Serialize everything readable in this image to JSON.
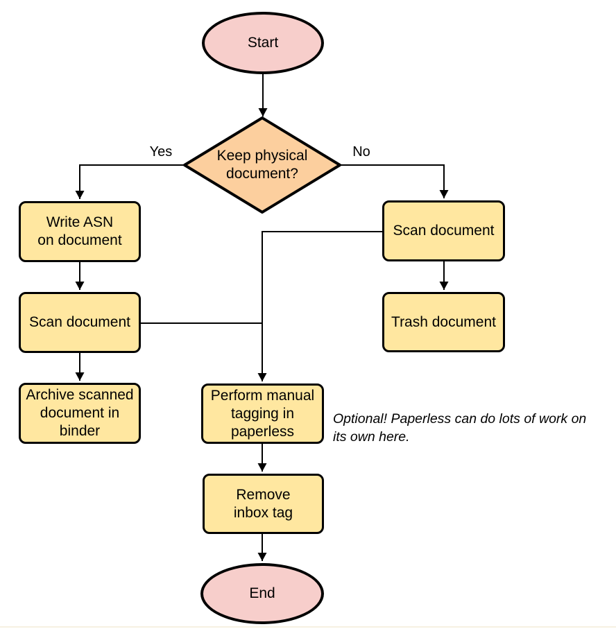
{
  "diagram": {
    "type": "flowchart",
    "nodes": {
      "start": {
        "label": "Start",
        "shape": "terminator",
        "fill": "#f7cecb"
      },
      "decision": {
        "label": "Keep physical\ndocument?",
        "shape": "decision",
        "fill": "#fccf9e"
      },
      "write_asn": {
        "label": "Write ASN\non document",
        "shape": "process",
        "fill": "#ffe7a0"
      },
      "scan_left": {
        "label": "Scan document",
        "shape": "process",
        "fill": "#ffe7a0"
      },
      "archive": {
        "label": "Archive scanned\ndocument in\nbinder",
        "shape": "process",
        "fill": "#ffe7a0"
      },
      "scan_right": {
        "label": "Scan document",
        "shape": "process",
        "fill": "#ffe7a0"
      },
      "trash": {
        "label": "Trash document",
        "shape": "process",
        "fill": "#ffe7a0"
      },
      "tagging": {
        "label": "Perform manual\ntagging in\npaperless",
        "shape": "process",
        "fill": "#ffe7a0"
      },
      "remove_inbox": {
        "label": "Remove\ninbox tag",
        "shape": "process",
        "fill": "#ffe7a0"
      },
      "end": {
        "label": "End",
        "shape": "terminator",
        "fill": "#f7cecb"
      }
    },
    "edge_labels": {
      "yes": "Yes",
      "no": "No"
    },
    "note": "Optional! Paperless can do lots of work on\nits own here.",
    "colors": {
      "stroke": "#000000",
      "terminator_fill": "#f7cecb",
      "process_fill": "#ffe7a0",
      "decision_fill": "#fccf9e"
    }
  }
}
